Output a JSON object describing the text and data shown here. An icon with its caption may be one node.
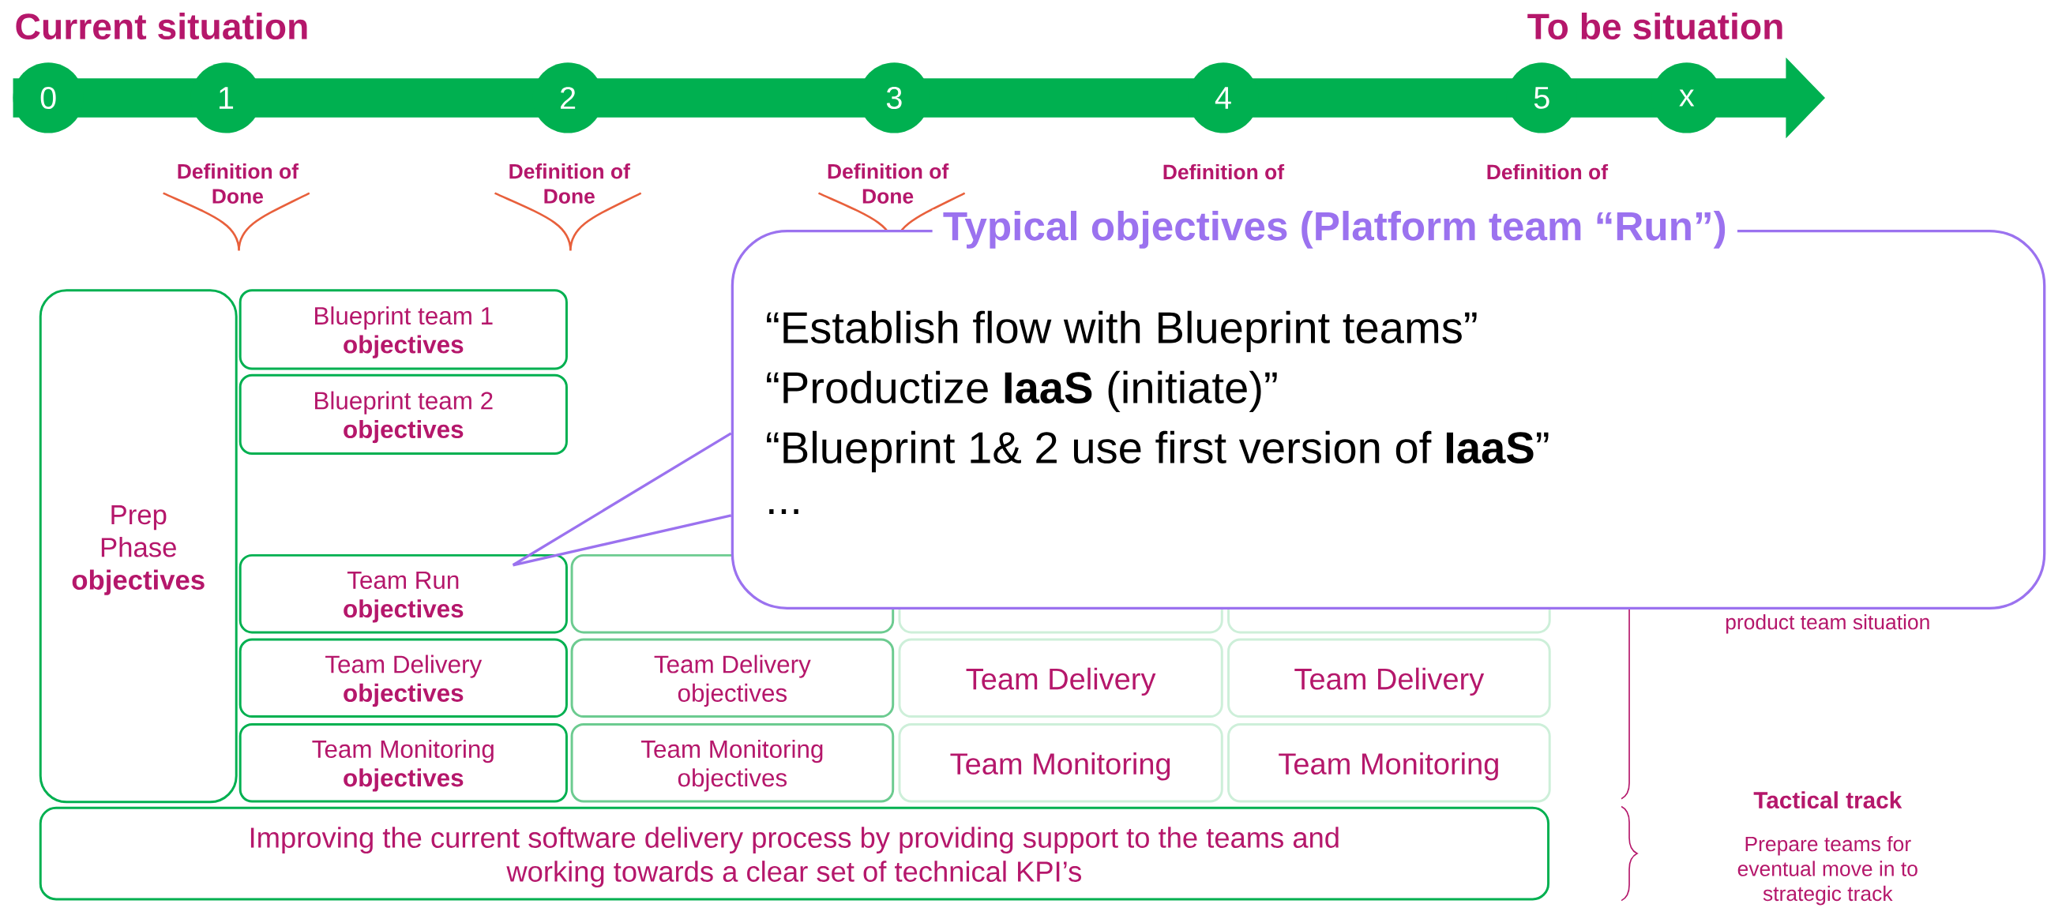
{
  "diagram": {
    "nodes": [
      {
        "text": [
          "0"
        ]
      },
      {
        "text": [
          "1"
        ]
      },
      {
        "text": [
          "2"
        ]
      },
      {
        "text": [
          "3"
        ]
      },
      {
        "text": [
          "4"
        ]
      },
      {
        "text": [
          "5"
        ]
      },
      {
        "text": [
          "x"
        ]
      },
      {
        "text": [
          "Prep Phase **objectives**"
        ]
      },
      {
        "text": [
          "Blueprint team 1 **objectives**"
        ]
      },
      {
        "text": [
          "Blueprint team 2 **objectives**"
        ]
      },
      {
        "text": [
          "Team Run **objectives**"
        ]
      },
      {
        "text": [],
        "shape": "box"
      },
      {
        "text": [],
        "shape": "box"
      },
      {
        "text": [],
        "shape": "box"
      },
      {
        "text": [
          "Team Delivery **objectives**"
        ]
      },
      {
        "text": [
          "Team Delivery objectives"
        ]
      },
      {
        "text": [
          "Team Delivery"
        ]
      },
      {
        "text": [
          "Team Delivery"
        ]
      },
      {
        "text": [
          "Team Monitoring **objectives**"
        ]
      },
      {
        "text": [
          "Team Monitoring objectives"
        ]
      },
      {
        "text": [
          "Team Monitoring"
        ]
      },
      {
        "text": [
          "Team Monitoring"
        ]
      },
      {
        "text": [
          "Improving the current software delivery process by providing support to the teams and working towards a clear set of technical KPI’s"
        ]
      },
      {
        "text": [
          "Typical objectives (Platform team “Run”)",
          "“Establish flow with Blueprint teams”",
          "“Productize **IaaS** (initiate)”",
          "“Blueprint 1& 2 use first version of **IaaS**”",
          "..."
        ]
      }
    ],
    "edges": [
      {
        "from": 23,
        "to": 10,
        "arrow": "none"
      }
    ],
    "labels": [
      "Current situation",
      "To be situation",
      "Definition of Done",
      "Definition of Done",
      "Definition of Done",
      "Definition of",
      "Definition of",
      "product team situation",
      "Tactical track",
      "Prepare teams for eventual move in to strategic track"
    ]
  }
}
